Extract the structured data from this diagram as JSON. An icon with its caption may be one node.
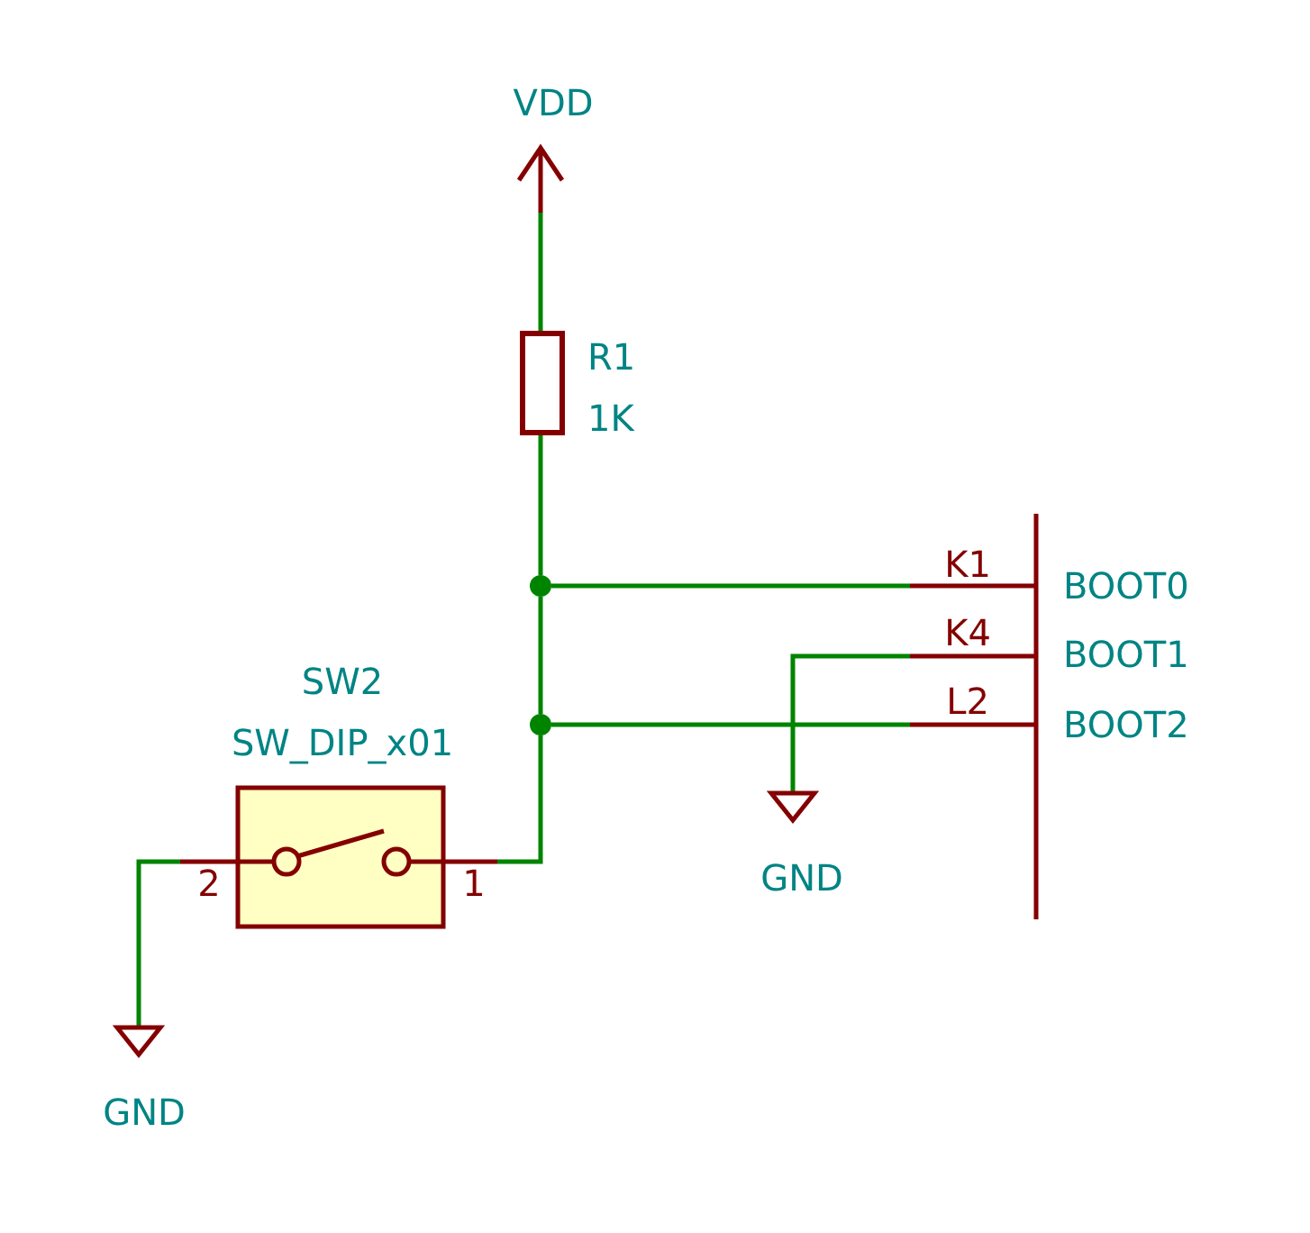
{
  "diagram": {
    "nodes": [
      {
        "text": [
          "VDD"
        ]
      },
      {
        "text": [],
        "shape": "box",
        "beside": [
          "R1",
          "1K"
        ]
      },
      {
        "text": [],
        "shape": "circle"
      },
      {
        "text": [],
        "shape": "circle"
      },
      {
        "text": [],
        "shape": "box",
        "beside": [
          "SW2",
          "SW_DIP_x01",
          "2",
          "1"
        ]
      },
      {
        "text": [
          "GND"
        ]
      },
      {
        "text": [
          "GND"
        ]
      },
      {
        "text": [],
        "shape": "bar"
      }
    ],
    "edges": [
      {
        "from": 0,
        "to": 1,
        "arrow": "none"
      },
      {
        "from": 1,
        "to": 2,
        "arrow": "none"
      },
      {
        "from": 2,
        "to": 7,
        "arrow": "none"
      },
      {
        "from": 2,
        "to": 3,
        "arrow": "none"
      },
      {
        "from": 6,
        "to": 7,
        "arrow": "none"
      },
      {
        "from": 3,
        "to": 7,
        "arrow": "none"
      },
      {
        "from": 3,
        "to": 4,
        "arrow": "none"
      },
      {
        "from": 4,
        "to": 5,
        "arrow": "none"
      }
    ],
    "labels": [
      "K1",
      "BOOT0",
      "K4",
      "BOOT1",
      "L2",
      "BOOT2"
    ]
  }
}
